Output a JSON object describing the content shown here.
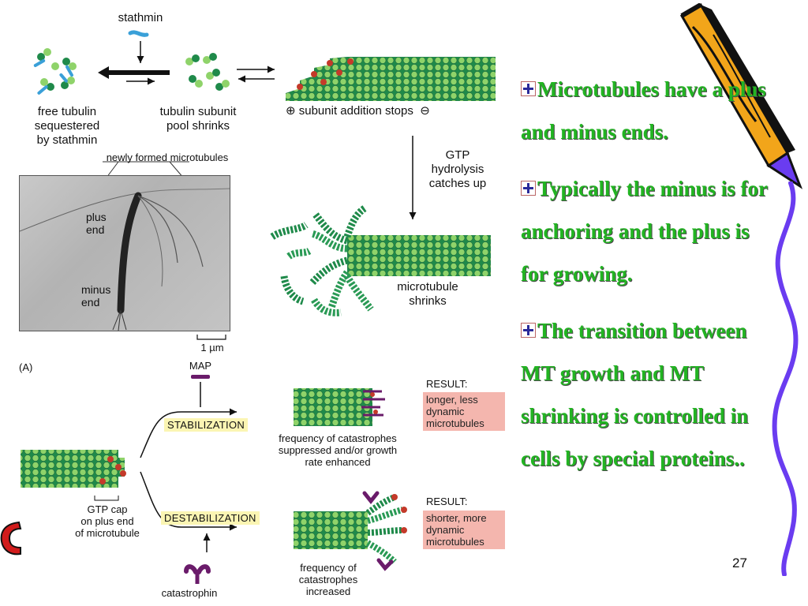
{
  "diagram": {
    "stathmin": "stathmin",
    "free_tubulin": [
      "free tubulin",
      "sequestered",
      "by stathmin"
    ],
    "subunit_pool": [
      "tubulin subunit",
      "pool shrinks"
    ],
    "subunit_addition": "subunit addition stops",
    "plus_symbol": "⊕",
    "minus_symbol": "⊖",
    "gtp_hydrolysis": [
      "GTP",
      "hydrolysis",
      "catches up"
    ],
    "newly_formed": "newly formed microtubules",
    "photo_plus_end": [
      "plus",
      "end"
    ],
    "photo_minus_end": [
      "minus",
      "end"
    ],
    "scale_bar": "1 µm",
    "microtubule_shrinks": [
      "microtubule",
      "shrinks"
    ],
    "panel_label": "(A)",
    "map": "MAP",
    "stabilization": "STABILIZATION",
    "destabilization": "DESTABILIZATION",
    "gtp_cap": [
      "GTP cap",
      "on plus end",
      "of microtubule"
    ],
    "catastrophe_suppressed": [
      "frequency of catastrophes",
      "suppressed and/or growth",
      "rate enhanced"
    ],
    "catastrophe_increased": [
      "frequency of",
      "catastrophes",
      "increased"
    ],
    "catastrophin": "catastrophin",
    "result_label": "RESULT:",
    "result_stable": [
      "longer, less",
      "dynamic",
      "microtubules"
    ],
    "result_unstable": [
      "shorter, more",
      "dynamic",
      "microtubules"
    ]
  },
  "bullets": [
    "Microtubules have a plus and minus ends.",
    "Typically the minus is for anchoring and the plus is for growing.",
    "The transition between MT growth and MT shrinking is controlled in cells by special proteins.."
  ],
  "slide_number": "27",
  "colors": {
    "bullet_text": "#22b422",
    "tubulin_light": "#8fd36a",
    "tubulin_dark": "#1f8a4a",
    "gtp_red": "#c43a2a",
    "stathmin": "#3aa0d8",
    "map_purple": "#6a1b6a",
    "highlight_yellow": "#fbf5b3",
    "result_pink": "#f4b6ae",
    "decor_purple": "#6a3cf0",
    "pencil_orange": "#f2a51a"
  }
}
